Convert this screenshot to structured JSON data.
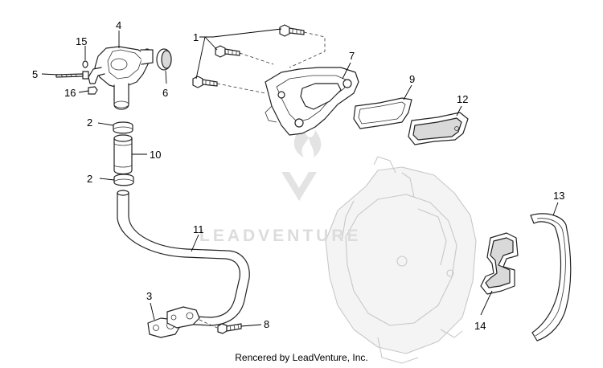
{
  "callouts": {
    "c1": "1",
    "c2a": "2",
    "c2b": "2",
    "c3": "3",
    "c4": "4",
    "c5": "5",
    "c6": "6",
    "c7": "7",
    "c8": "8",
    "c9": "9",
    "c10": "10",
    "c11": "11",
    "c12": "12",
    "c13": "13",
    "c14": "14",
    "c15": "15",
    "c16": "16"
  },
  "watermark": {
    "text": "LEADVENTURE"
  },
  "footer": {
    "credit": "Rencered by LeadVenture, Inc."
  }
}
